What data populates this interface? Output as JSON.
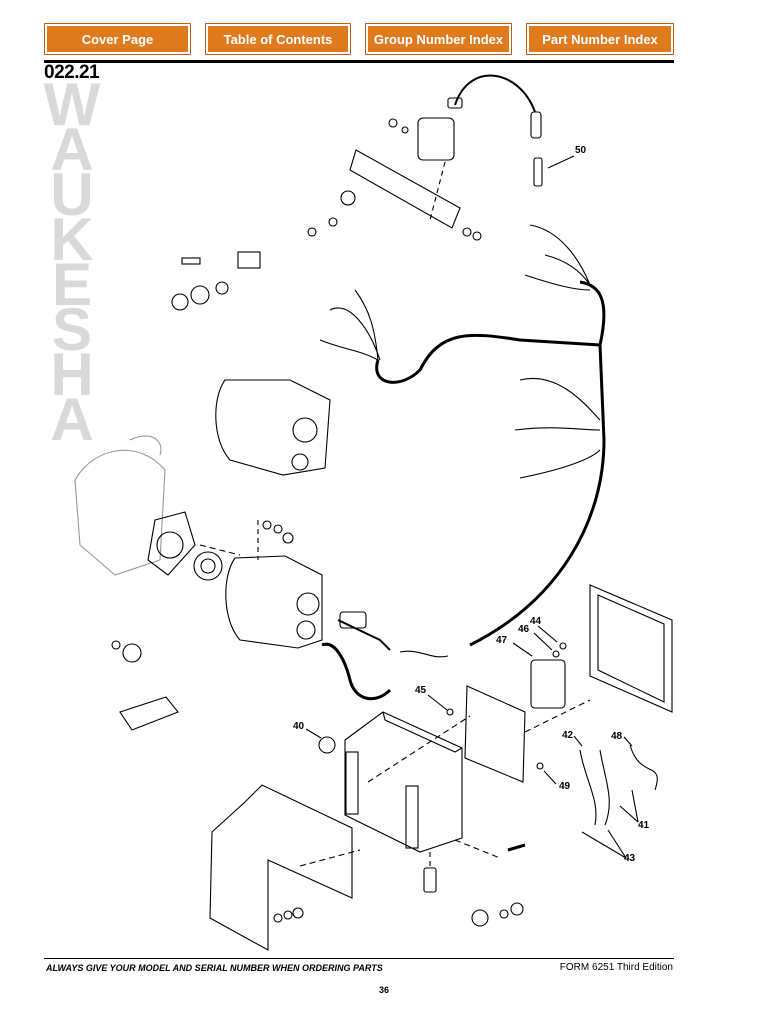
{
  "nav": {
    "cover_page": "Cover Page",
    "table_of_contents": "Table of Contents",
    "group_number_index": "Group Number Index",
    "part_number_index": "Part Number Index"
  },
  "header": {
    "section_number": "022.21"
  },
  "watermark": {
    "letters": [
      "W",
      "A",
      "U",
      "K",
      "E",
      "S",
      "H",
      "A"
    ],
    "text": "WAUKESHA"
  },
  "diagram": {
    "callouts": [
      "50",
      "44",
      "46",
      "47",
      "45",
      "40",
      "42",
      "48",
      "49",
      "41",
      "43"
    ]
  },
  "footer": {
    "notice": "ALWAYS GIVE YOUR MODEL AND SERIAL NUMBER WHEN ORDERING PARTS",
    "form": "FORM 6251 Third Edition",
    "page_number": "36"
  },
  "colors": {
    "nav_button": "#e07a1f",
    "watermark": "#d9d9d9"
  }
}
